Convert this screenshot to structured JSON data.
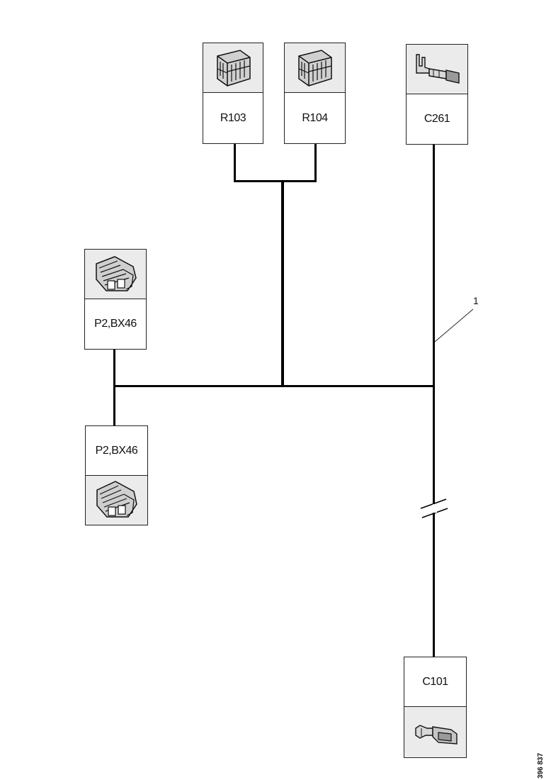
{
  "connectors": {
    "r103": {
      "label": "R103",
      "icon": "multi-pin-connector-icon"
    },
    "r104": {
      "label": "R104",
      "icon": "multi-pin-connector-icon"
    },
    "c261": {
      "label": "C261",
      "icon": "single-terminal-icon"
    },
    "p2_top": {
      "label": "P2,BX46",
      "icon": "multi-pin-connector-icon"
    },
    "p2_bottom": {
      "label": "P2,BX46",
      "icon": "multi-pin-connector-icon"
    },
    "c101": {
      "label": "C101",
      "icon": "single-terminal-icon"
    }
  },
  "callout": {
    "label": "1"
  },
  "document_number": "396 837"
}
